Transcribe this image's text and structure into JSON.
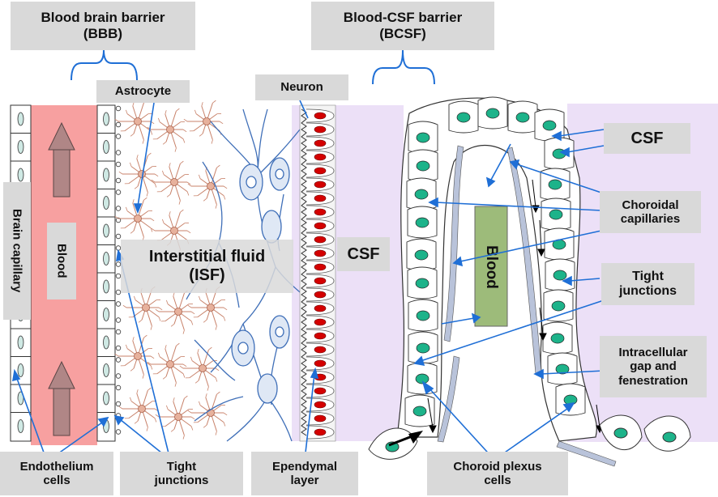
{
  "labels": {
    "bbb_title_line1": "Blood brain barrier",
    "bbb_title_line2": "(BBB)",
    "bcsf_title_line1": "Blood-CSF barrier",
    "bcsf_title_line2": "(BCSF)",
    "astrocyte": "Astrocyte",
    "neuron": "Neuron",
    "brain_capillary": "Brain capillary",
    "blood_left": "Blood",
    "isf_line1": "Interstitial fluid",
    "isf_line2": "(ISF)",
    "csf_middle": "CSF",
    "blood_center": "Blood",
    "csf_right": "CSF",
    "choroidal_line1": "Choroidal",
    "choroidal_line2": "capillaries",
    "tight_right_line1": "Tight",
    "tight_right_line2": "junctions",
    "intracellular_line1": "Intracellular",
    "intracellular_line2": "gap and",
    "intracellular_line3": "fenestration",
    "endothelium_line1": "Endothelium",
    "endothelium_line2": "cells",
    "tight_bottom_line1": "Tight",
    "tight_bottom_line2": "junctions",
    "ependymal_line1": "Ependymal",
    "ependymal_line2": "layer",
    "choroid_plexus_line1": "Choroid plexus",
    "choroid_plexus_line2": "cells"
  },
  "colors": {
    "label_bg": "#d9d9d9",
    "blood_vessel": "#f7a0a0",
    "csf_region": "#ece0f7",
    "choroid_nucleus": "#1db38a",
    "ependymal_nucleus": "#d40000",
    "astrocyte": "#c8826a",
    "neuron": "#3f6fb8",
    "pointer": "#1f6fd6",
    "arrow_body": "#b08686",
    "blood_box": "#9dbb7a"
  }
}
